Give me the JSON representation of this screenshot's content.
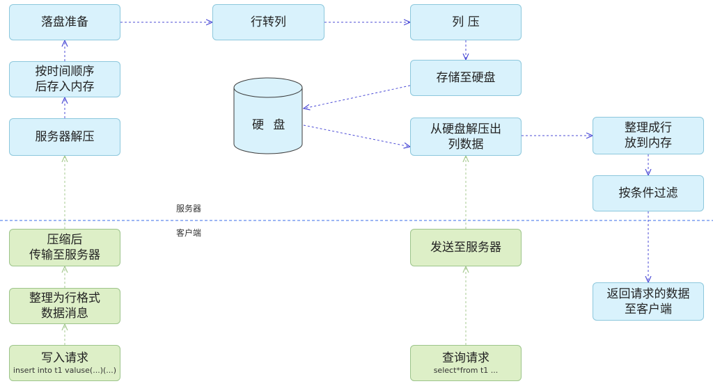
{
  "zones": {
    "server": "服务器",
    "client": "客户端"
  },
  "nodes": {
    "prepare_persist": "落盘准备",
    "row_to_column": "行转列",
    "column_compress": "列 压",
    "store_to_disk": "存储至硬盘",
    "sort_by_time": [
      "按时间顺序",
      "后存入内存"
    ],
    "server_decompress": "服务器解压",
    "disk": "硬 盘",
    "decompress_from_disk": [
      "从硬盘解压出",
      "列数据"
    ],
    "organize_rows": [
      "整理成行",
      "放到内存"
    ],
    "filter_by_condition": "按条件过滤",
    "compress_transmit": [
      "压缩后",
      "传输至服务器"
    ],
    "organize_row_format": [
      "整理为行格式",
      "数据消息"
    ],
    "write_request": {
      "title": "写入请求",
      "detail": "insert into t1 valuse(...)(...)"
    },
    "send_to_server": "发送至服务器",
    "return_data": [
      "返回请求的数据",
      "至客户端"
    ],
    "query_request": {
      "title": "查询请求",
      "detail": "select*from t1 ..."
    }
  },
  "colors": {
    "server_fill": "#d9f2fc",
    "client_fill": "#ddefc7",
    "blue_arrow": "#4b4bd6",
    "green_arrow": "#a6c98f",
    "divider": "#3a6ee8"
  }
}
